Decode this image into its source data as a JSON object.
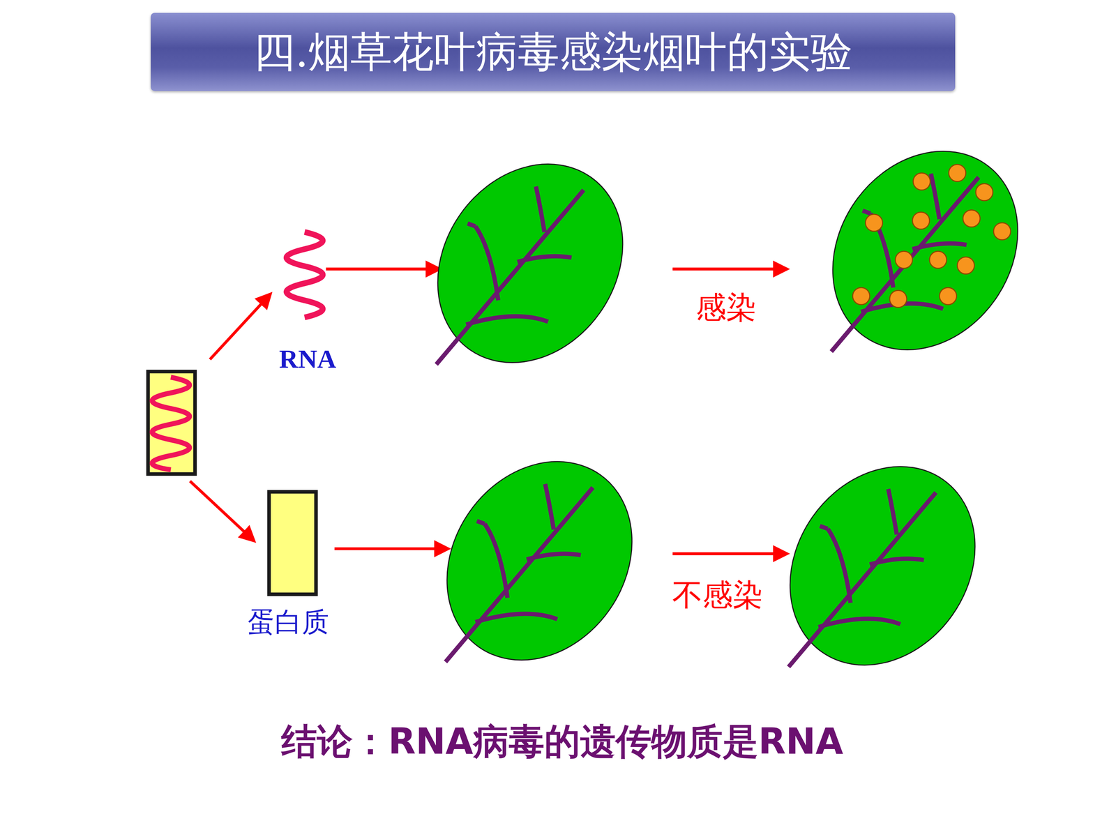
{
  "diagram": {
    "title": "四.烟草花叶病毒感染烟叶的实验",
    "caption": "结论：RNA病毒的遗传物质是RNA",
    "labels": [
      "RNA",
      "蛋白质",
      "感染",
      "不感染"
    ]
  }
}
